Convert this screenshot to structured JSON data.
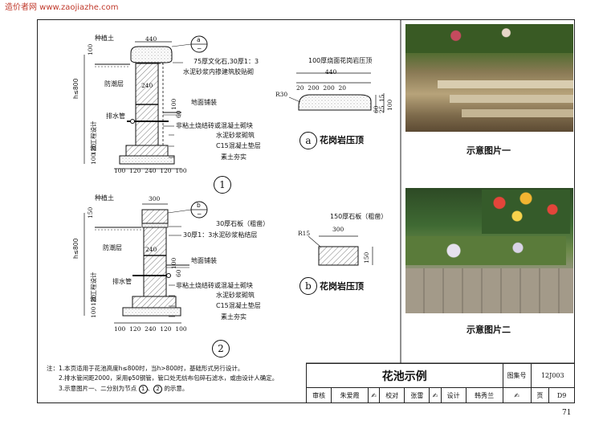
{
  "watermark": "造价者网 www.zaojiazhe.com",
  "detail1": {
    "planting_soil": "种植土",
    "width_top": "440",
    "callout_letter": "a",
    "callout_dash": "−",
    "cap_note_1": "75厚文化石,30厚1：3",
    "cap_note_2": "水泥砂浆内掺建筑胶贴砌",
    "moisture_layer": "防潮层",
    "wall_width": "240",
    "ground_paving": "地面铺装",
    "drain_pipe": "排水管",
    "material_1": "非粘土烧结砖或混凝土砌块",
    "material_2": "水泥砂浆砌筑",
    "material_3": "C15混凝土垫层",
    "material_4": "素土夯实",
    "height_label": "h≤800",
    "design_label": "按工程设计",
    "dim_100_top": "100",
    "dim_100": "100",
    "dim_60": "60",
    "dim_120": "120",
    "dim_100_bot": "100",
    "bottom_dims": "100  120  240  120  100",
    "number": "1"
  },
  "detail2": {
    "planting_soil": "种植土",
    "width_top": "300",
    "callout_letter": "b",
    "callout_dash": "−",
    "cap_note_1": "30厚石板（粗凿）",
    "cap_note_2": "30厚1：3水泥砂浆粘结层",
    "moisture_layer": "防潮层",
    "wall_width": "240",
    "ground_paving": "地面铺装",
    "drain_pipe": "排水管",
    "material_1": "非粘土烧结砖或混凝土砌块",
    "material_2": "水泥砂浆砌筑",
    "material_3": "C15混凝土垫层",
    "material_4": "素土夯实",
    "height_label": "h≤800",
    "design_label": "按工程设计",
    "dim_150": "150",
    "dim_100": "100",
    "dim_60": "60",
    "dim_120": "120",
    "dim_100_bot": "100",
    "bottom_dims": "100  120  240  120  100",
    "number": "2"
  },
  "cap_a": {
    "title": "100厚烧面花岗岩压顶",
    "width": "440",
    "sub_dims": "20  200  200  20",
    "radius": "R30",
    "dim_60": "60",
    "dim_15": "15",
    "dim_25": "25",
    "dim_100": "100",
    "circle": "a",
    "caption": "花岗岩压顶"
  },
  "cap_b": {
    "title": "150厚石板（粗凿）",
    "width": "300",
    "radius": "R15",
    "dim_150": "150",
    "circle": "b",
    "caption": "花岗岩压顶"
  },
  "photos": {
    "caption_1": "示意图片一",
    "caption_2": "示意图片二"
  },
  "notes": {
    "line_1": "注：1.本页适用于花池高度h≤800时，当h>800时，基础形式另行设计。",
    "line_2": "2.排水管间距2000，采用φ50钢管，管口处无纺布包碎石滤水，或由设计人确定。",
    "line_3a": "3.示意图片一、二分别为节点",
    "line_3b": "的示意。",
    "ref_1": "1",
    "ref_2": "2"
  },
  "title_block": {
    "title": "花池示例",
    "atlas_label": "图集号",
    "atlas_no": "12J003",
    "review_label": "审核",
    "reviewer": "朱爱霞",
    "check_label": "校对",
    "checker": "张雷",
    "design_label": "设计",
    "designer": "韩秀兰",
    "page_label": "页",
    "page_no": "D9"
  },
  "sheet_number": "71",
  "colors": {
    "line": "#111111",
    "hatch": "#555555",
    "concrete": "#dddddd",
    "watermark": "#c0392b"
  }
}
